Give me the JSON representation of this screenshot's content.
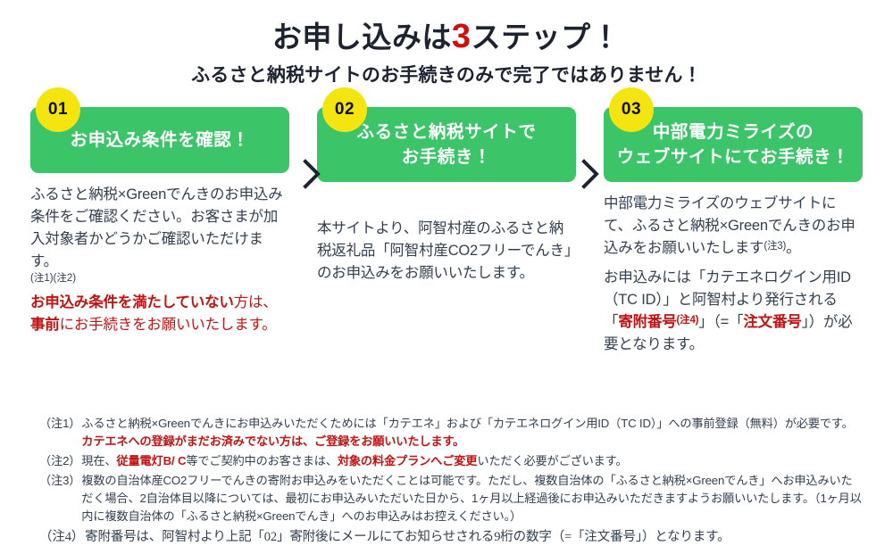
{
  "header": {
    "headline_pre": "お申し込みは",
    "headline_num": "3",
    "headline_post": "ステップ！",
    "subheadline": "ふるさと納税サイトのお手続きのみで完了ではありません！"
  },
  "steps": [
    {
      "badge": "01",
      "box_label": "お申込み条件を確認！",
      "body": {
        "para1": "ふるさと納税×Greenでんきのお申込み条件をご確認ください。お客さまが加入対象者かどうかご確認いただけます。",
        "tiny_notes": "(注1)(注2)",
        "para2_red_bold_a": "お申込み条件を満たしていない",
        "para2_red_b": "方は、",
        "para2_red_bold_c": "事前",
        "para2_red_d": "にお手続きをお願いいたします。"
      }
    },
    {
      "badge": "02",
      "box_label_line1": "ふるさと納税サイトで",
      "box_label_line2": "お手続き！",
      "body": {
        "para1": "本サイトより、阿智村産のふるさと納税返礼品「阿智村産CO2フリーでんき」のお申込みをお願いいたします。"
      }
    },
    {
      "badge": "03",
      "box_label_line1": "中部電力ミライズの",
      "box_label_line2": "ウェブサイトにてお手続き！",
      "body": {
        "para1_a": "中部電力ミライズのウェブサイトにて、ふるさと納税×Greenでんきのお申込みをお願いいたします",
        "para1_note": "(注3)",
        "para1_b": "。",
        "para2_a": "お申込みには「カテエネログイン用ID（TC ID）」と阿智村より発行される「",
        "para2_red_b": "寄附番号",
        "para2_red_note": "(注4)",
        "para2_c": "」（=「",
        "para2_red_d": "注文番号",
        "para2_e": "」）が必要となります。"
      }
    }
  ],
  "separators": {
    "chevron_1": "chevron-right",
    "chevron_2": "chevron-right"
  },
  "footnotes": [
    {
      "label": "（注1）",
      "text_a": "ふるさと納税×Greenでんきにお申込みいただくためには「カテエネ」および「カテエネログイン用ID（TC ID）」への事前登録（無料）が必要です。",
      "text_red": "カテエネへの登録がまだお済みでない方は、ご登録をお願いいたします。"
    },
    {
      "label": "（注2）",
      "text_a": "現在、",
      "text_red_b": "従量電灯B/ C",
      "text_c": "等でご契約中のお客さまは、",
      "text_red_d": "対象の料金プランへご変更",
      "text_e": "いただく必要がございます。"
    },
    {
      "label": "（注3）",
      "text_a": "複数の自治体産CO2フリーでんきの寄附お申込みをいただくことは可能です。ただし、複数自治体の「ふるさと納税×Greenでんき」へお申込みいただく場合、2自治体目以降については、最初にお申込みいただいた日から、1ヶ月以上経過後にお申込みいただきますようお願いいたします。（1ヶ月以内に複数自治体の「ふるさと納税×Greenでんき」へのお申込みはお控えください。）"
    },
    {
      "label": "（注4）",
      "text_a": "寄附番号は、阿智村より上記「02」寄附後にメールにてお知らせされる9桁の数字（=「注文番号」）となります。"
    }
  ],
  "colors": {
    "green": "#3cc468",
    "yellow": "#f4e40f",
    "red": "#c01414",
    "text": "#33404f",
    "background": "#ffffff"
  }
}
